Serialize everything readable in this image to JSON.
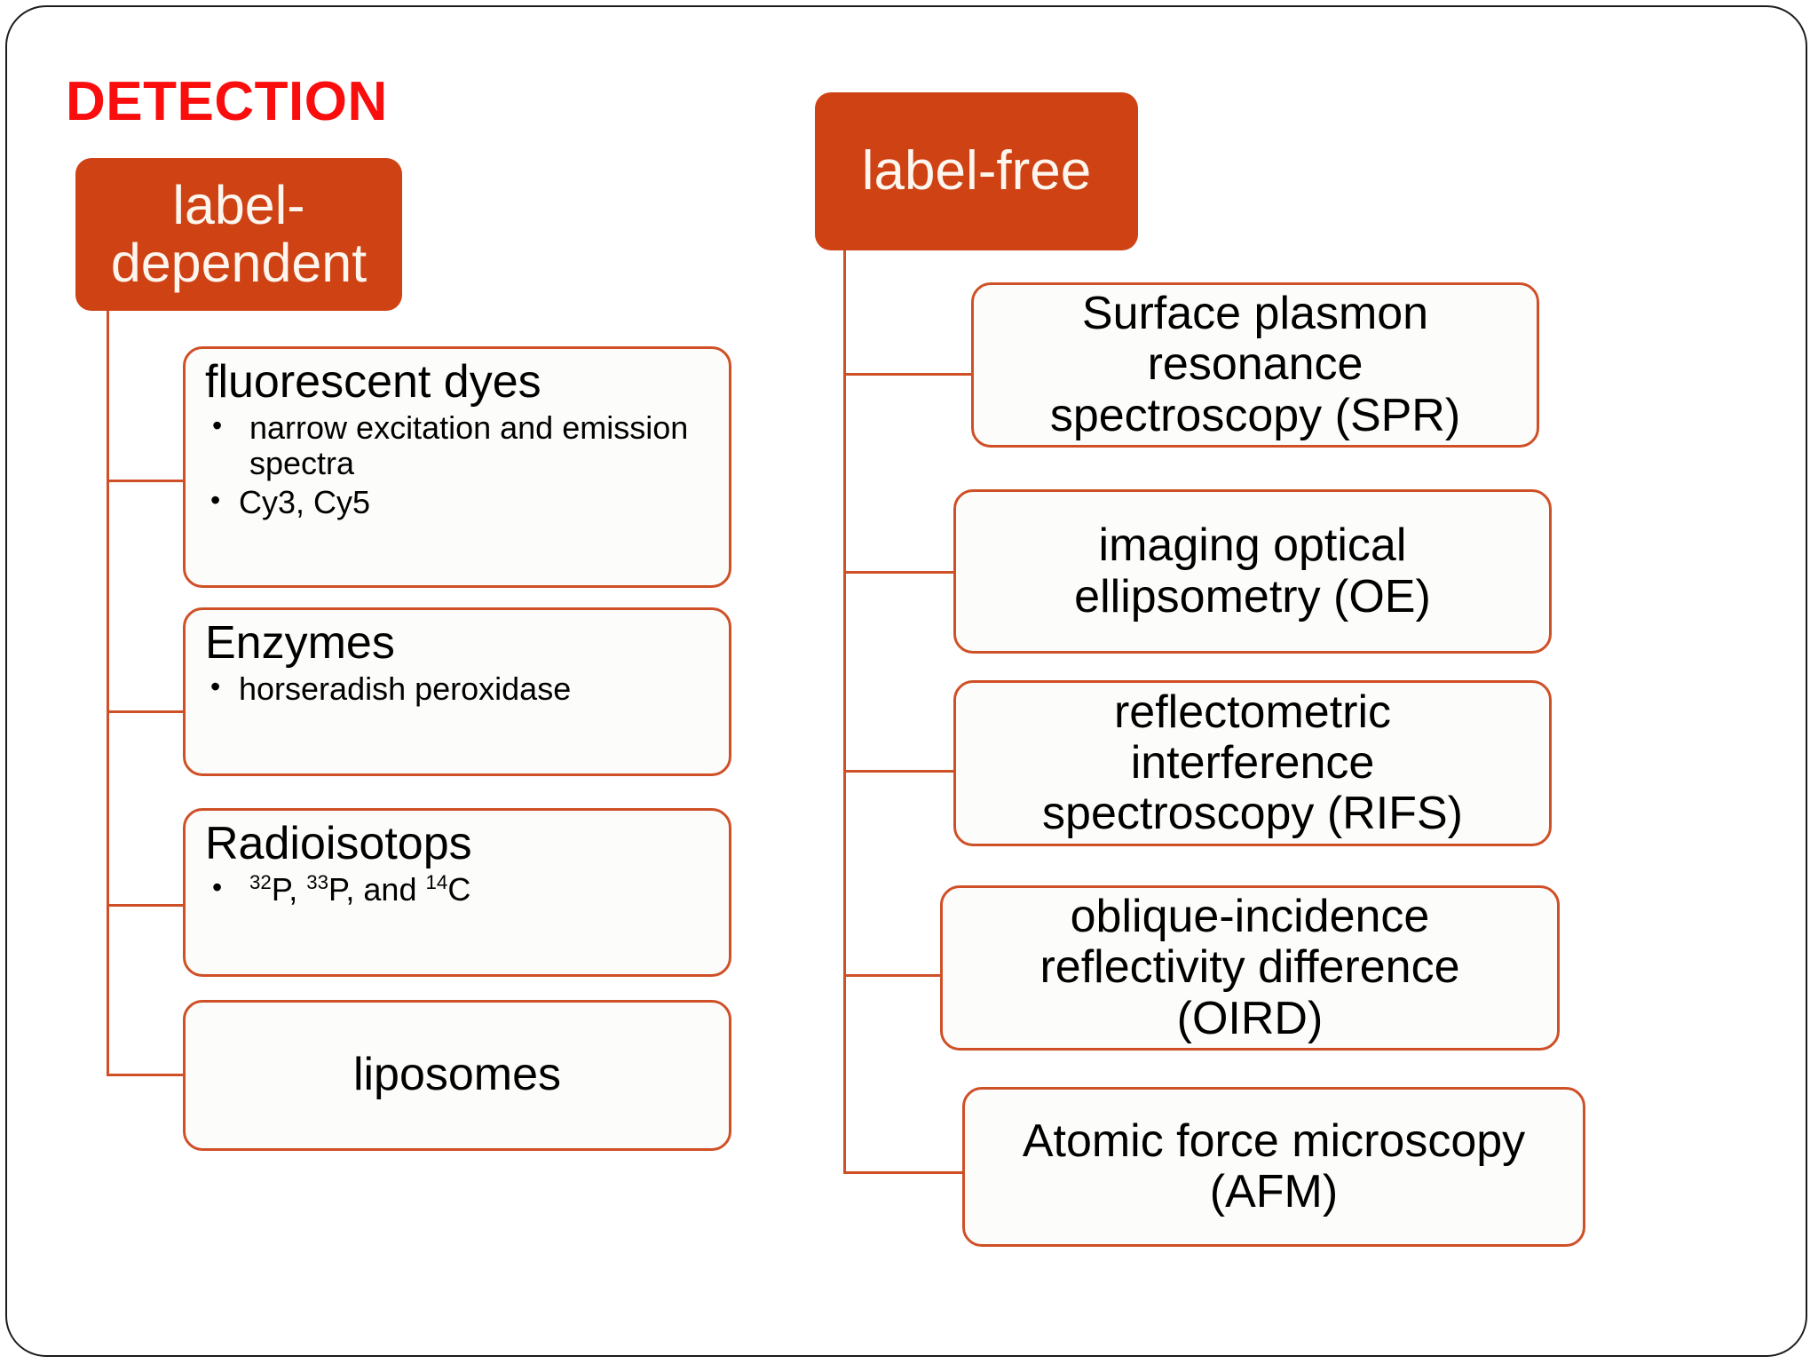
{
  "title": "DETECTION",
  "colors": {
    "title": "#f90d0d",
    "header_fill": "#cf4214",
    "header_text": "#fdf6ef",
    "node_border": "#cf5027",
    "node_fill": "#fcfcfa",
    "node_text": "#000000",
    "frame": "#1c1c1c"
  },
  "branches": [
    {
      "id": "label-dependent",
      "header": "label-\ndependent",
      "header_line1": "label-",
      "header_line2": "dependent",
      "nodes": [
        {
          "id": "fluorescent-dyes",
          "title": "fluorescent dyes",
          "bullets": [
            "narrow excitation and emission spectra",
            "Cy3, Cy5"
          ]
        },
        {
          "id": "enzymes",
          "title": "Enzymes",
          "bullets": [
            "horseradish peroxidase"
          ]
        },
        {
          "id": "radioisotops",
          "title": "Radioisotops",
          "bullets_html": [
            "<sup>32</sup>P, <sup>33</sup>P, and <sup>14</sup>C"
          ],
          "bullets": [
            "32P, 33P, and 14C"
          ]
        },
        {
          "id": "liposomes",
          "title": "liposomes",
          "bullets": []
        }
      ]
    },
    {
      "id": "label-free",
      "header": "label-free",
      "nodes": [
        {
          "id": "spr",
          "title": "Surface plasmon resonance spectroscopy (SPR)",
          "lines": [
            "Surface plasmon",
            "resonance",
            "spectroscopy (SPR)"
          ]
        },
        {
          "id": "oe",
          "title": "imaging optical ellipsometry (OE)",
          "lines": [
            "imaging optical",
            "ellipsometry (OE)"
          ]
        },
        {
          "id": "rifs",
          "title": "reflectometric interference spectroscopy (RIFS)",
          "lines": [
            "reflectometric",
            "interference",
            "spectroscopy (RIFS)"
          ]
        },
        {
          "id": "oird",
          "title": "oblique-incidence reflectivity difference (OIRD)",
          "lines": [
            "oblique-incidence",
            "reflectivity difference",
            "(OIRD)"
          ]
        },
        {
          "id": "afm",
          "title": "Atomic force microscopy (AFM)",
          "lines": [
            "Atomic force microscopy",
            "(AFM)"
          ]
        }
      ]
    }
  ]
}
